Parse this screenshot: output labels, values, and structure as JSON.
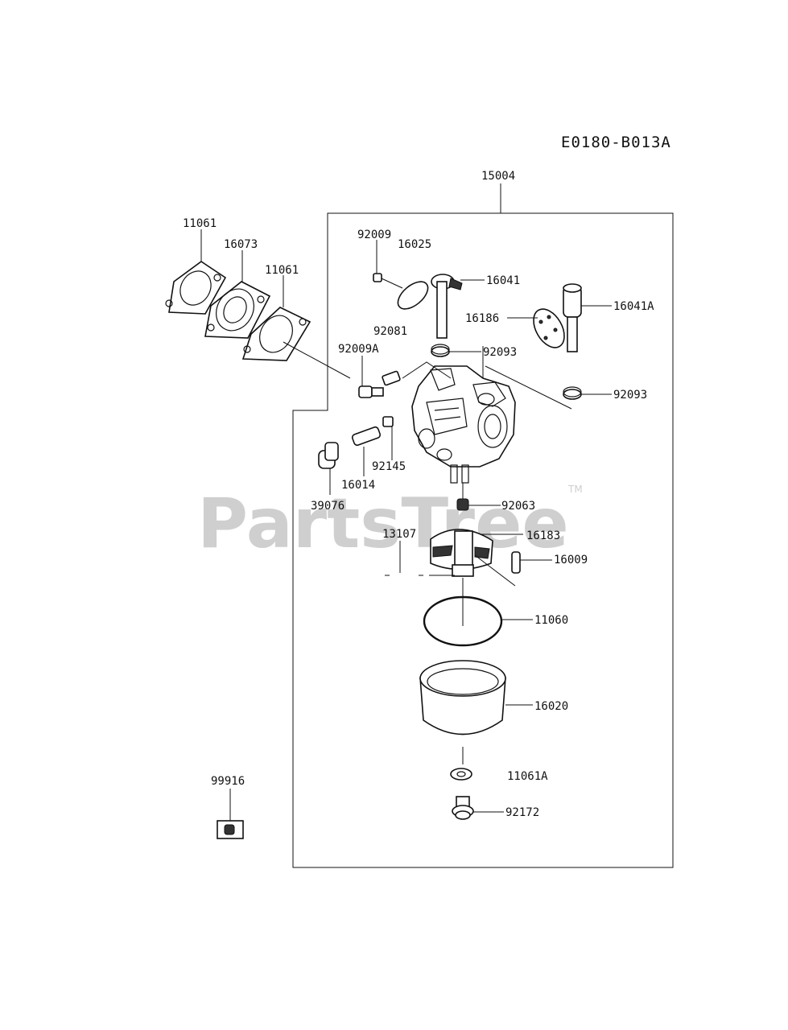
{
  "diagram_code": "E0180-B013A",
  "watermark": "PartsTree",
  "trademark": "TM",
  "assembly_label": "15004",
  "part_labels": {
    "p11061_a": "11061",
    "p16073": "16073",
    "p11061_b": "11061",
    "p92009": "92009",
    "p16025": "16025",
    "p16041": "16041",
    "p16041A": "16041A",
    "p16186": "16186",
    "p92081": "92081",
    "p92093_a": "92093",
    "p92009A": "92009A",
    "p92093_b": "92093",
    "p92145": "92145",
    "p16014": "16014",
    "p39076": "39076",
    "p92063": "92063",
    "p13107": "13107",
    "p16183": "16183",
    "p16009": "16009",
    "p11060": "11060",
    "p16020": "16020",
    "p11061A": "11061A",
    "p92172": "92172",
    "p99916": "99916"
  }
}
